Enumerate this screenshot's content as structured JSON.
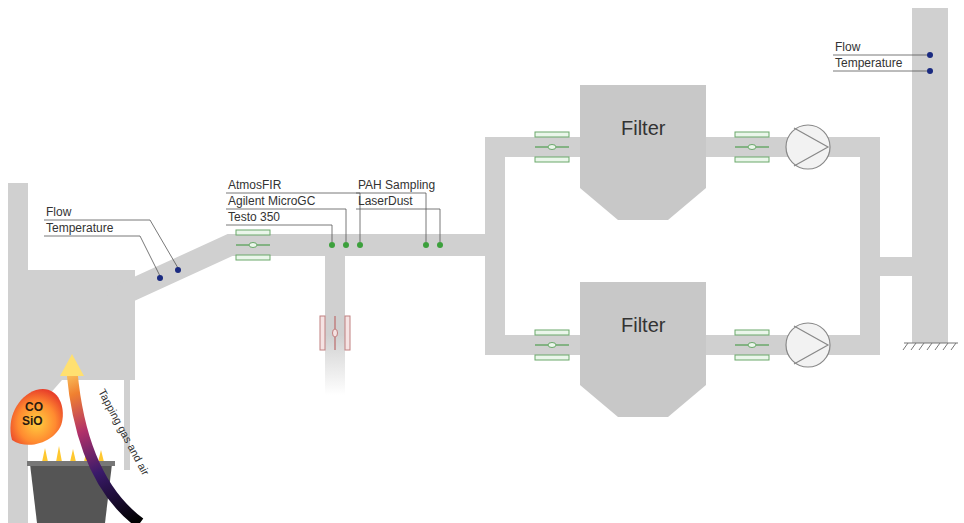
{
  "diagram": {
    "nodes": [
      {
        "text": [
          "Filter"
        ]
      },
      {
        "text": [
          "Filter"
        ]
      }
    ],
    "labels": [
      "Flow",
      "Temperature",
      "AtmosFIR",
      "Agilent MicroGC",
      "Testo 350",
      "PAH Sampling",
      "LaserDust",
      "Flow",
      "Temperature",
      "CO",
      "SiO",
      "Tapping gas and air"
    ]
  }
}
